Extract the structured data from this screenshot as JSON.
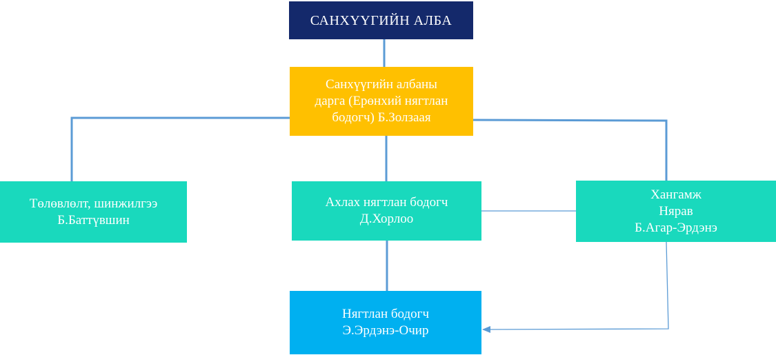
{
  "colors": {
    "title_bg": "#14296B",
    "head_bg": "#FFC000",
    "staff_bg": "#19D9BD",
    "accountant_bg": "#00B0F0",
    "connector": "#5B9BD5"
  },
  "org_chart": {
    "title": "САНХҮҮГИЙН  АЛБА",
    "head": "Санхүүгийн албаны\nдарга (Ерөнхий нягтлан\nбодогч) Б.Золзаая",
    "planning": "Төлөвлөлт, шинжилгээ\nБ.Баттүвшин",
    "senior_accountant": "Ахлах нягтлан бодогч\nД.Хорлоо",
    "supply": "Хангамж\nНярав\nБ.Агар-Эрдэнэ",
    "accountant": "Нягтлан бодогч\nЭ.Эрдэнэ-Очир"
  }
}
